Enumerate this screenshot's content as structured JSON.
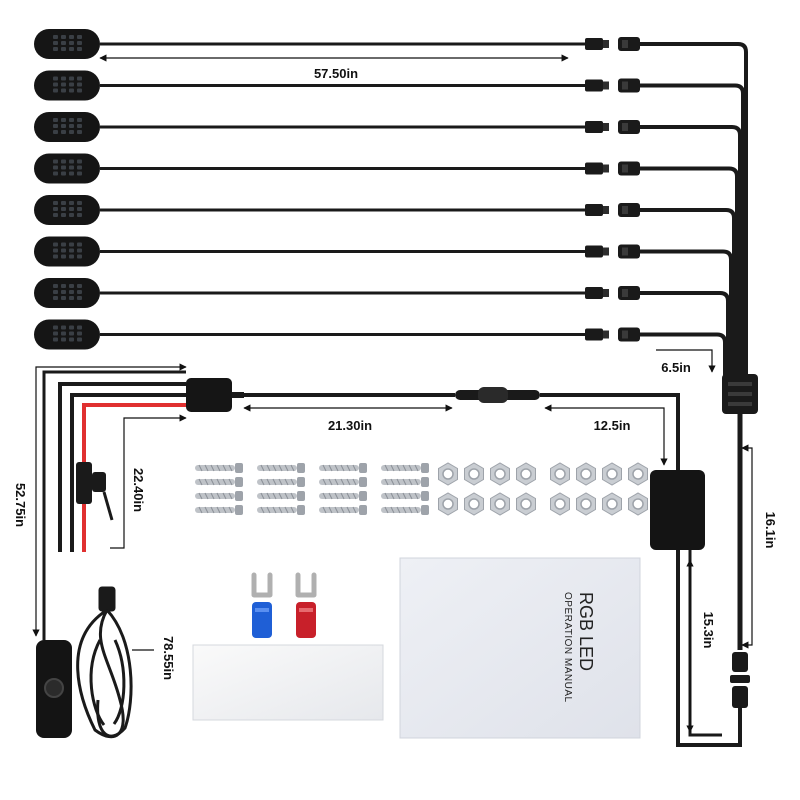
{
  "dimensions": {
    "pod_cable_length": "57.50in",
    "branch_length": "6.5in",
    "power_lead_length": "21.30in",
    "controller_lead_length": "12.5in",
    "fuse_lead_length": "22.40in",
    "switch_lead_length": "52.75in",
    "usb_cable_length": "78.55in",
    "controller_to_hub_length": "16.1in",
    "controller_to_plug_length": "15.3in"
  },
  "manual": {
    "title": "RGB LED",
    "subtitle": "OPERATION MANUAL"
  },
  "counts": {
    "pods": 8,
    "screws": 16,
    "nuts": 16
  },
  "colors": {
    "cable": "#1a1a1a",
    "positive_wire": "#e03030",
    "terminal_blue": "#1f5fd6",
    "terminal_red": "#c8202a",
    "pod_body": "#151515",
    "pod_led": "#3a3f45"
  }
}
